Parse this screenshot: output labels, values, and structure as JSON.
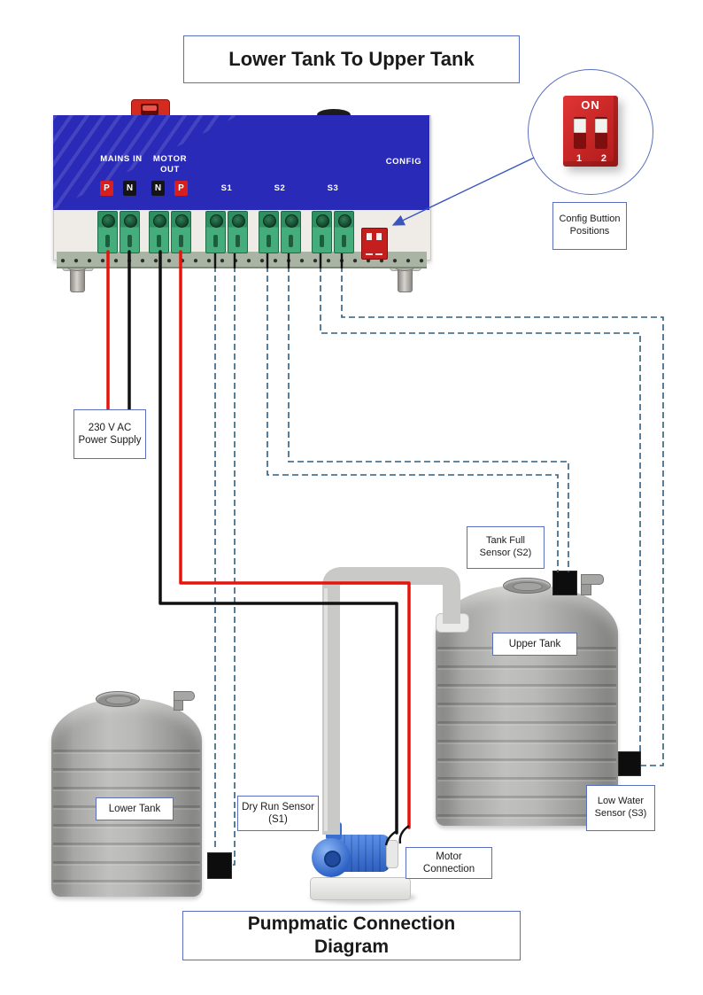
{
  "header": {
    "title": "Lower Tank To Upper Tank"
  },
  "footer": {
    "line1": "Pumpmatic Connection",
    "line2": "Diagram"
  },
  "controller": {
    "mains_in_label": "MAINS IN",
    "motor_out_label": "MOTOR OUT",
    "config_label": "CONFIG",
    "sensor_terminals": [
      "S1",
      "S2",
      "S3"
    ],
    "mains_polarity": [
      "P",
      "N"
    ],
    "motor_polarity": [
      "N",
      "P"
    ]
  },
  "dip_inset": {
    "on_label": "ON",
    "switch_1": "1",
    "switch_2": "2",
    "caption": "Config Buttion Positions"
  },
  "callouts": {
    "power_supply": "230 V AC Power Supply",
    "tank_full_sensor": "Tank Full Sensor (S2)",
    "upper_tank": "Upper Tank",
    "lower_tank": "Lower Tank",
    "dry_run_sensor": "Dry Run Sensor (S1)",
    "motor_connection": "Motor Connection",
    "low_water_sensor": "Low Water Sensor (S3)"
  },
  "colors": {
    "panel_blue": "#2a2ab8",
    "wire_red": "#e8130c",
    "wire_black": "#111111",
    "dashed_blue": "#2f5d80",
    "terminal_green": "#45ad7c",
    "dip_red": "#c41e1e",
    "tank_gray": "#a2a2a0",
    "pipe_gray": "#c9c9c7",
    "pump_blue": "#2f64c8",
    "box_border": "#5a6fbf"
  }
}
